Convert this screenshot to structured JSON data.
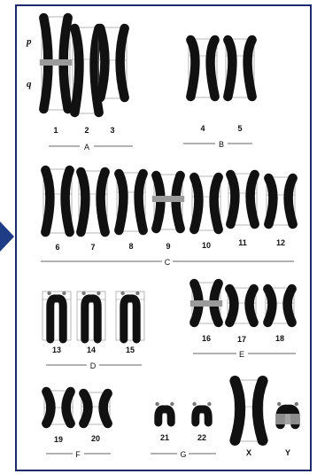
{
  "arm_labels": {
    "p": "p",
    "q": "q"
  },
  "colors": {
    "frame": "#1f2a6e",
    "arrow": "#1f3c86",
    "chromosome": "#111111",
    "centromere_highlight": "#9a9a9a"
  },
  "chromosomes": [
    {
      "id": "1",
      "label": "1",
      "group": "A",
      "type": "metacentric"
    },
    {
      "id": "2",
      "label": "2",
      "group": "A",
      "type": "submetacentric"
    },
    {
      "id": "3",
      "label": "3",
      "group": "A",
      "type": "metacentric"
    },
    {
      "id": "4",
      "label": "4",
      "group": "B",
      "type": "submetacentric"
    },
    {
      "id": "5",
      "label": "5",
      "group": "B",
      "type": "submetacentric"
    },
    {
      "id": "6",
      "label": "6",
      "group": "C",
      "type": "submetacentric"
    },
    {
      "id": "7",
      "label": "7",
      "group": "C",
      "type": "submetacentric"
    },
    {
      "id": "8",
      "label": "8",
      "group": "C",
      "type": "submetacentric"
    },
    {
      "id": "9",
      "label": "9",
      "group": "C",
      "type": "submetacentric"
    },
    {
      "id": "10",
      "label": "10",
      "group": "C",
      "type": "submetacentric"
    },
    {
      "id": "11",
      "label": "11",
      "group": "C",
      "type": "submetacentric"
    },
    {
      "id": "12",
      "label": "12",
      "group": "C",
      "type": "submetacentric"
    },
    {
      "id": "13",
      "label": "13",
      "group": "D",
      "type": "acrocentric"
    },
    {
      "id": "14",
      "label": "14",
      "group": "D",
      "type": "acrocentric"
    },
    {
      "id": "15",
      "label": "15",
      "group": "D",
      "type": "acrocentric"
    },
    {
      "id": "16",
      "label": "16",
      "group": "E",
      "type": "metacentric"
    },
    {
      "id": "17",
      "label": "17",
      "group": "E",
      "type": "submetacentric"
    },
    {
      "id": "18",
      "label": "18",
      "group": "E",
      "type": "submetacentric"
    },
    {
      "id": "19",
      "label": "19",
      "group": "F",
      "type": "metacentric"
    },
    {
      "id": "20",
      "label": "20",
      "group": "F",
      "type": "metacentric"
    },
    {
      "id": "21",
      "label": "21",
      "group": "G",
      "type": "acrocentric"
    },
    {
      "id": "22",
      "label": "22",
      "group": "G",
      "type": "acrocentric"
    },
    {
      "id": "X",
      "label": "X",
      "group": "",
      "type": "submetacentric"
    },
    {
      "id": "Y",
      "label": "Y",
      "group": "",
      "type": "acrocentric"
    }
  ],
  "groups": [
    {
      "id": "A",
      "label": "A"
    },
    {
      "id": "B",
      "label": "B"
    },
    {
      "id": "C",
      "label": "C"
    },
    {
      "id": "D",
      "label": "D"
    },
    {
      "id": "E",
      "label": "E"
    },
    {
      "id": "F",
      "label": "F"
    },
    {
      "id": "G",
      "label": "G"
    }
  ]
}
